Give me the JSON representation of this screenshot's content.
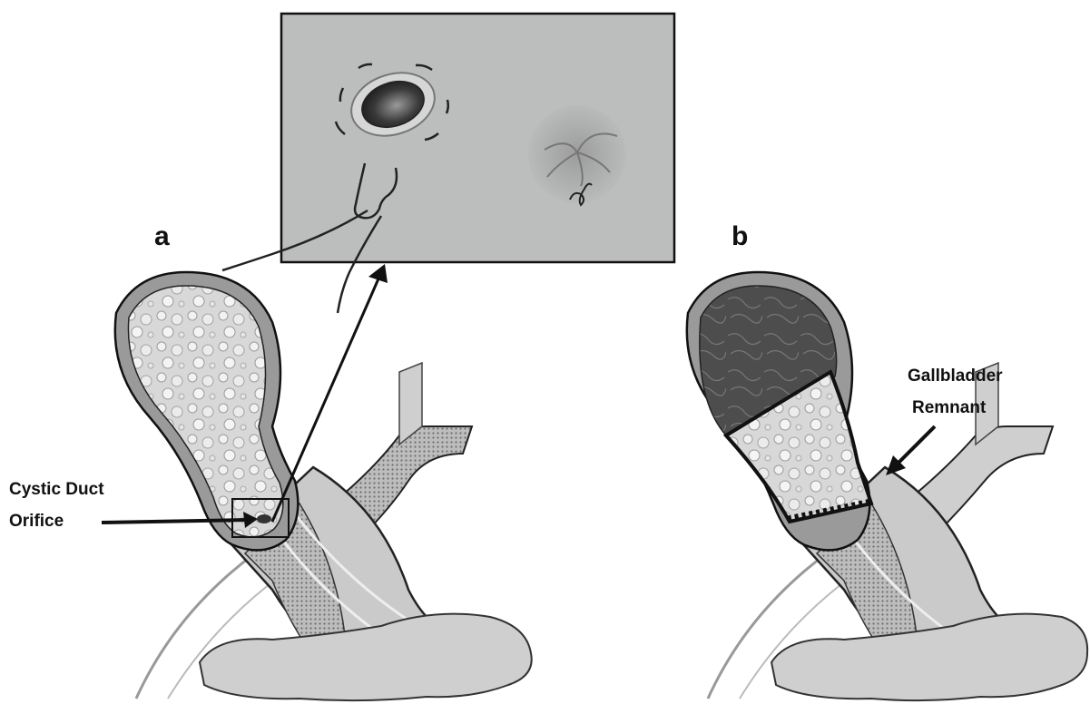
{
  "panel_a": {
    "letter": "a",
    "callout_line1": "Cystic Duct",
    "callout_line2": "Orifice"
  },
  "panel_b": {
    "letter": "b",
    "callout_line1": "Gallbladder",
    "callout_line2": "Remnant"
  },
  "colors": {
    "inset_background": "#bcbebe",
    "outline": "#111111",
    "tissue_grey": "#9a9a9a",
    "stone_fill": "#d9d9d9",
    "dark_remnant": "#4a4a4a"
  }
}
